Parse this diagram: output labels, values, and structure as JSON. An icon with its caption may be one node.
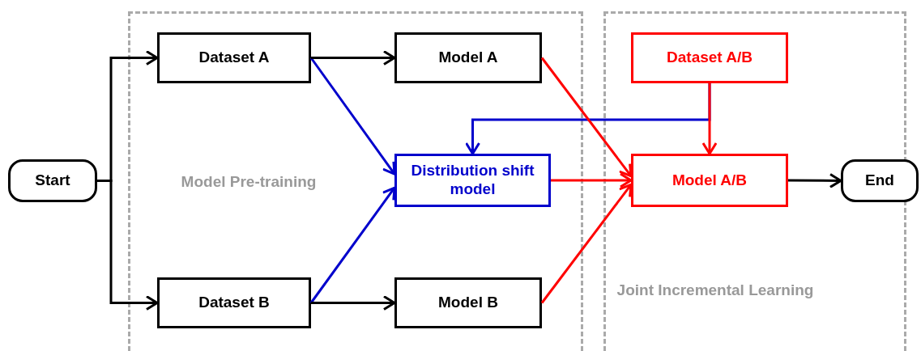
{
  "diagram": {
    "nodes": [
      {
        "text": [
          "Model Pre-training"
        ]
      },
      {
        "text": [
          "Joint Incremental Learning"
        ]
      },
      {
        "text": [
          "Start"
        ]
      },
      {
        "text": [
          "Dataset A"
        ],
        "in": 0
      },
      {
        "text": [
          "Model A"
        ],
        "in": 0
      },
      {
        "text": [
          "Dataset A/B"
        ],
        "in": 1
      },
      {
        "text": [
          "Distribution shift model"
        ],
        "in": 0
      },
      {
        "text": [
          "Model A/B"
        ],
        "in": 1
      },
      {
        "text": [
          "End"
        ]
      },
      {
        "text": [
          "Dataset B"
        ],
        "in": 0
      },
      {
        "text": [
          "Model B"
        ],
        "in": 0
      }
    ],
    "edges": [
      {
        "from": 2,
        "to": 3,
        "arrow": "to"
      },
      {
        "from": 2,
        "to": 9,
        "arrow": "to"
      },
      {
        "from": 3,
        "to": 4,
        "arrow": "to"
      },
      {
        "from": 3,
        "to": 6,
        "arrow": "to",
        "color": "#0000cc"
      },
      {
        "from": 9,
        "to": 10,
        "arrow": "to"
      },
      {
        "from": 9,
        "to": 6,
        "arrow": "to",
        "color": "#0000cc"
      },
      {
        "from": 5,
        "to": 6,
        "arrow": "to",
        "color": "#0000cc"
      },
      {
        "from": 5,
        "to": 7,
        "arrow": "to",
        "color": "#ff0000"
      },
      {
        "from": 4,
        "to": 7,
        "arrow": "to",
        "color": "#ff0000"
      },
      {
        "from": 6,
        "to": 7,
        "arrow": "to",
        "color": "#ff0000"
      },
      {
        "from": 10,
        "to": 7,
        "arrow": "to",
        "color": "#ff0000"
      },
      {
        "from": 7,
        "to": 8,
        "arrow": "to"
      }
    ]
  }
}
